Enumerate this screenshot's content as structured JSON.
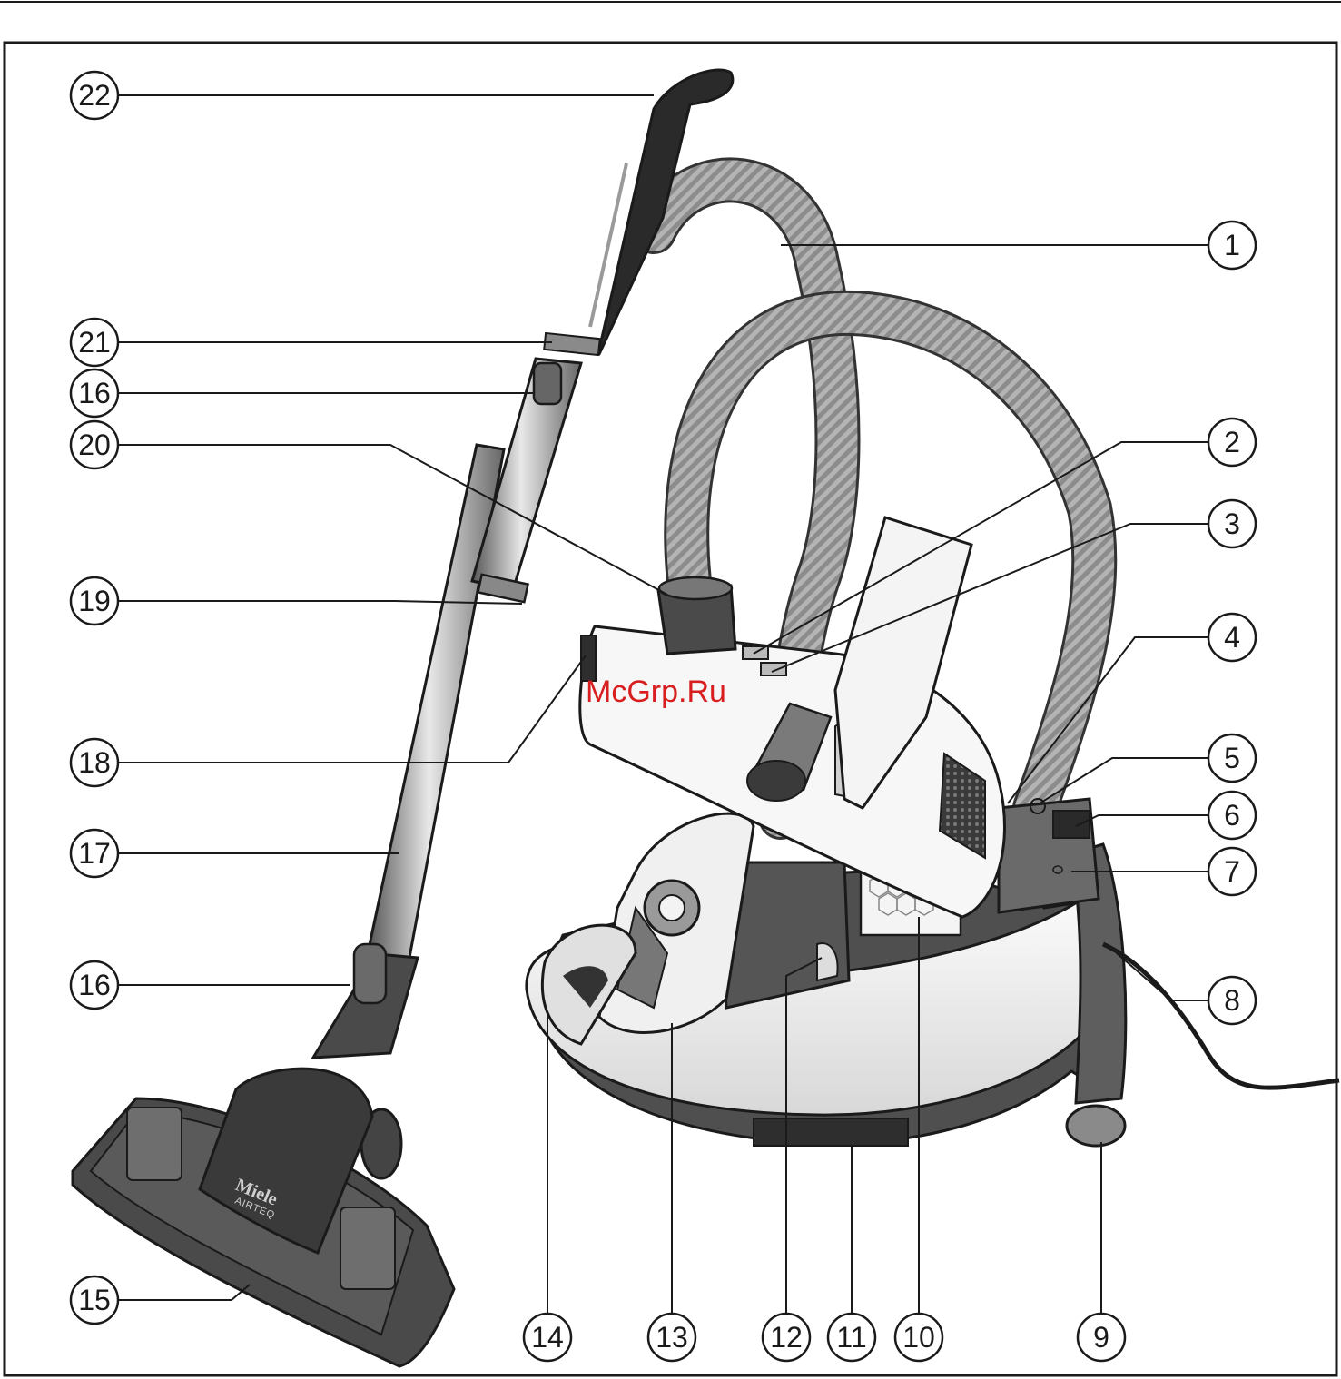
{
  "callouts": [
    "1",
    "2",
    "3",
    "4",
    "5",
    "6",
    "7",
    "8",
    "9",
    "10",
    "11",
    "12",
    "13",
    "14",
    "15",
    "16",
    "16",
    "17",
    "18",
    "19",
    "20",
    "21",
    "22"
  ],
  "watermark": "McGrp.Ru",
  "product_logo": "Miele",
  "product_logo_sub": "AIRTEQ",
  "colors": {
    "line": "#1a1a1a",
    "watermark": "#d81e1e",
    "hose": "#9a9a9a",
    "body_dark": "#5a5a5a",
    "body_light": "#f2f2f2"
  }
}
